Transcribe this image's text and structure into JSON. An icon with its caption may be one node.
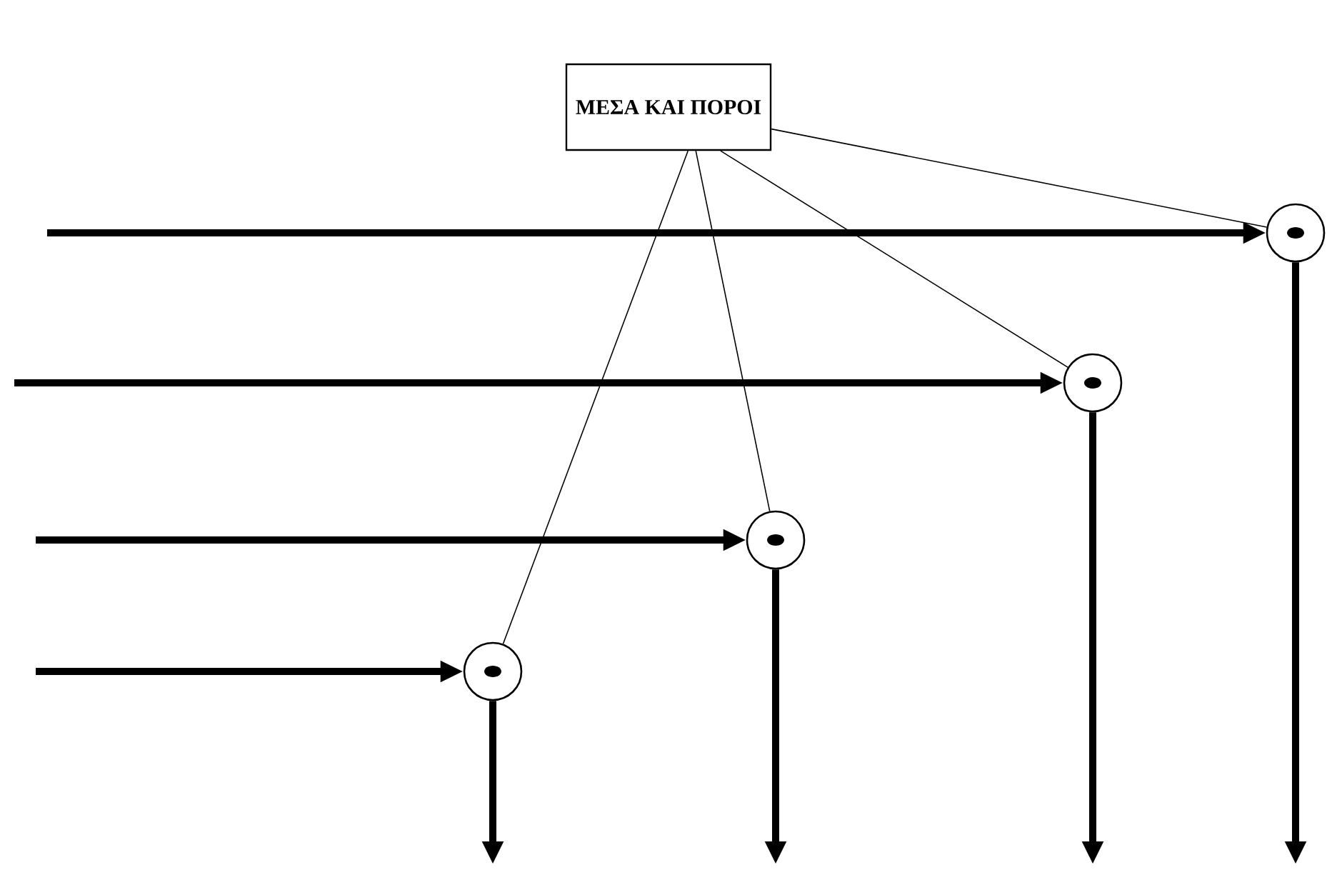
{
  "diagram": {
    "nodes": [
      {
        "text": [
          "ΜΕΣΑ ΚΑΙ ΠΟΡΟΙ"
        ]
      },
      {
        "text": [],
        "shape": "circle"
      },
      {
        "text": [],
        "shape": "circle"
      },
      {
        "text": [],
        "shape": "circle"
      },
      {
        "text": [],
        "shape": "circle"
      }
    ],
    "edges": [
      {
        "from": 0,
        "to": 1,
        "arrow": "none"
      },
      {
        "from": 0,
        "to": 2,
        "arrow": "none"
      },
      {
        "from": 0,
        "to": 3,
        "arrow": "none"
      },
      {
        "from": 0,
        "to": 4,
        "arrow": "none"
      },
      {
        "from": null,
        "to": 4,
        "arrow": "to"
      },
      {
        "from": null,
        "to": 3,
        "arrow": "to"
      },
      {
        "from": null,
        "to": 2,
        "arrow": "to"
      },
      {
        "from": null,
        "to": 1,
        "arrow": "to"
      },
      {
        "from": 1,
        "to": null,
        "arrow": "to"
      },
      {
        "from": 2,
        "to": null,
        "arrow": "to"
      },
      {
        "from": 3,
        "to": null,
        "arrow": "to"
      },
      {
        "from": 4,
        "to": null,
        "arrow": "to"
      }
    ]
  }
}
